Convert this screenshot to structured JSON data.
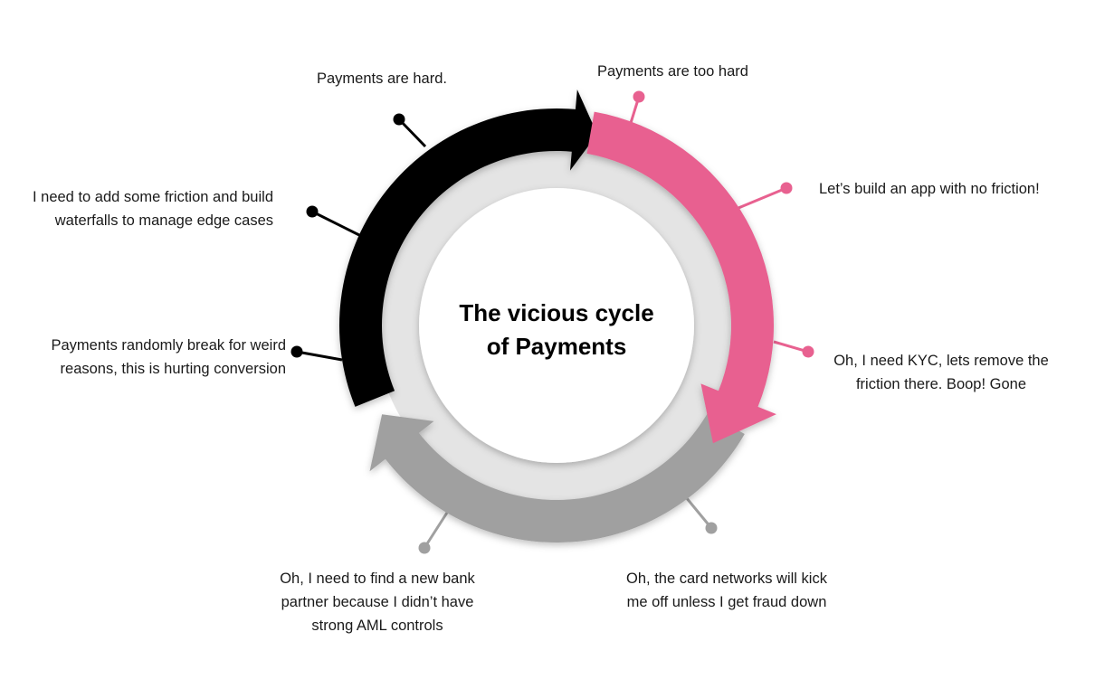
{
  "title": {
    "line1": "The vicious cycle",
    "line2": "of Payments"
  },
  "colors": {
    "black": "#000000",
    "pink": "#e86190",
    "gray": "#a0a0a0",
    "band": "#e4e4e4"
  },
  "steps": [
    {
      "lines": [
        "Payments are hard."
      ],
      "color": "black"
    },
    {
      "lines": [
        "Payments are too hard"
      ],
      "color": "pink"
    },
    {
      "lines": [
        "Let’s build an app with no friction!"
      ],
      "color": "pink"
    },
    {
      "lines": [
        "Oh, I need KYC, lets remove the",
        "friction there. Boop! Gone"
      ],
      "color": "pink"
    },
    {
      "lines": [
        "Oh, the card networks will kick",
        "me off unless I get fraud down"
      ],
      "color": "gray"
    },
    {
      "lines": [
        "Oh, I need to find a new bank",
        "partner because I didn’t have",
        "strong AML controls"
      ],
      "color": "gray"
    },
    {
      "lines": [
        "Payments randomly break for weird",
        "reasons, this is hurting conversion"
      ],
      "color": "black"
    },
    {
      "lines": [
        "I need to add some friction and build",
        "waterfalls to manage edge cases"
      ],
      "color": "black"
    }
  ]
}
